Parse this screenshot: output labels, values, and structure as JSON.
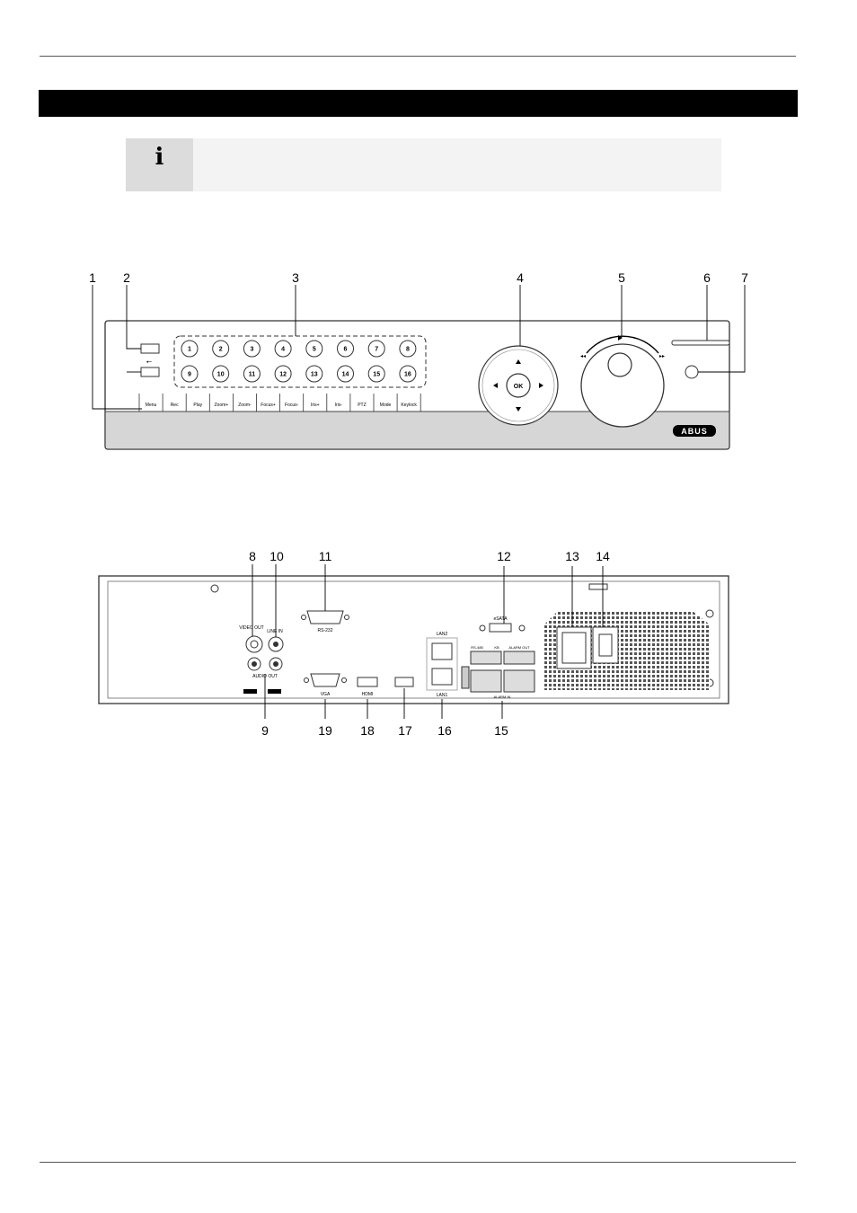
{
  "info_icon": "info-icon",
  "front_callouts": [
    "1",
    "2",
    "3",
    "4",
    "5",
    "6",
    "7"
  ],
  "channel_buttons": [
    "1",
    "2",
    "3",
    "4",
    "5",
    "6",
    "7",
    "8",
    "9",
    "10",
    "11",
    "12",
    "13",
    "14",
    "15",
    "16"
  ],
  "function_buttons": [
    "Menu",
    "Rec",
    "Play",
    "Zoom+",
    "Zoom-",
    "Focus+",
    "Focus-",
    "Iris+",
    "Iris-",
    "PTZ",
    "Mode",
    "Keylock"
  ],
  "ok_label": "OK",
  "brand": "ABUS",
  "rear_callouts_top": [
    "8",
    "10",
    "11",
    "12",
    "13",
    "14"
  ],
  "rear_callouts_bottom": [
    "9",
    "19",
    "18",
    "17",
    "16",
    "15"
  ],
  "rear_labels": {
    "video_out": "VIDEO OUT",
    "line_in": "LINE IN",
    "audio_out": "AUDIO OUT",
    "rs232": "RS-232",
    "vga": "VGA",
    "hdmi": "HDMI",
    "esata": "eSATA",
    "lan2": "LAN2",
    "lan1": "LAN1",
    "rs485": "RS-485",
    "kb": "KB",
    "alarm_out": "ALARM OUT",
    "alarm_in": "ALARM IN"
  }
}
